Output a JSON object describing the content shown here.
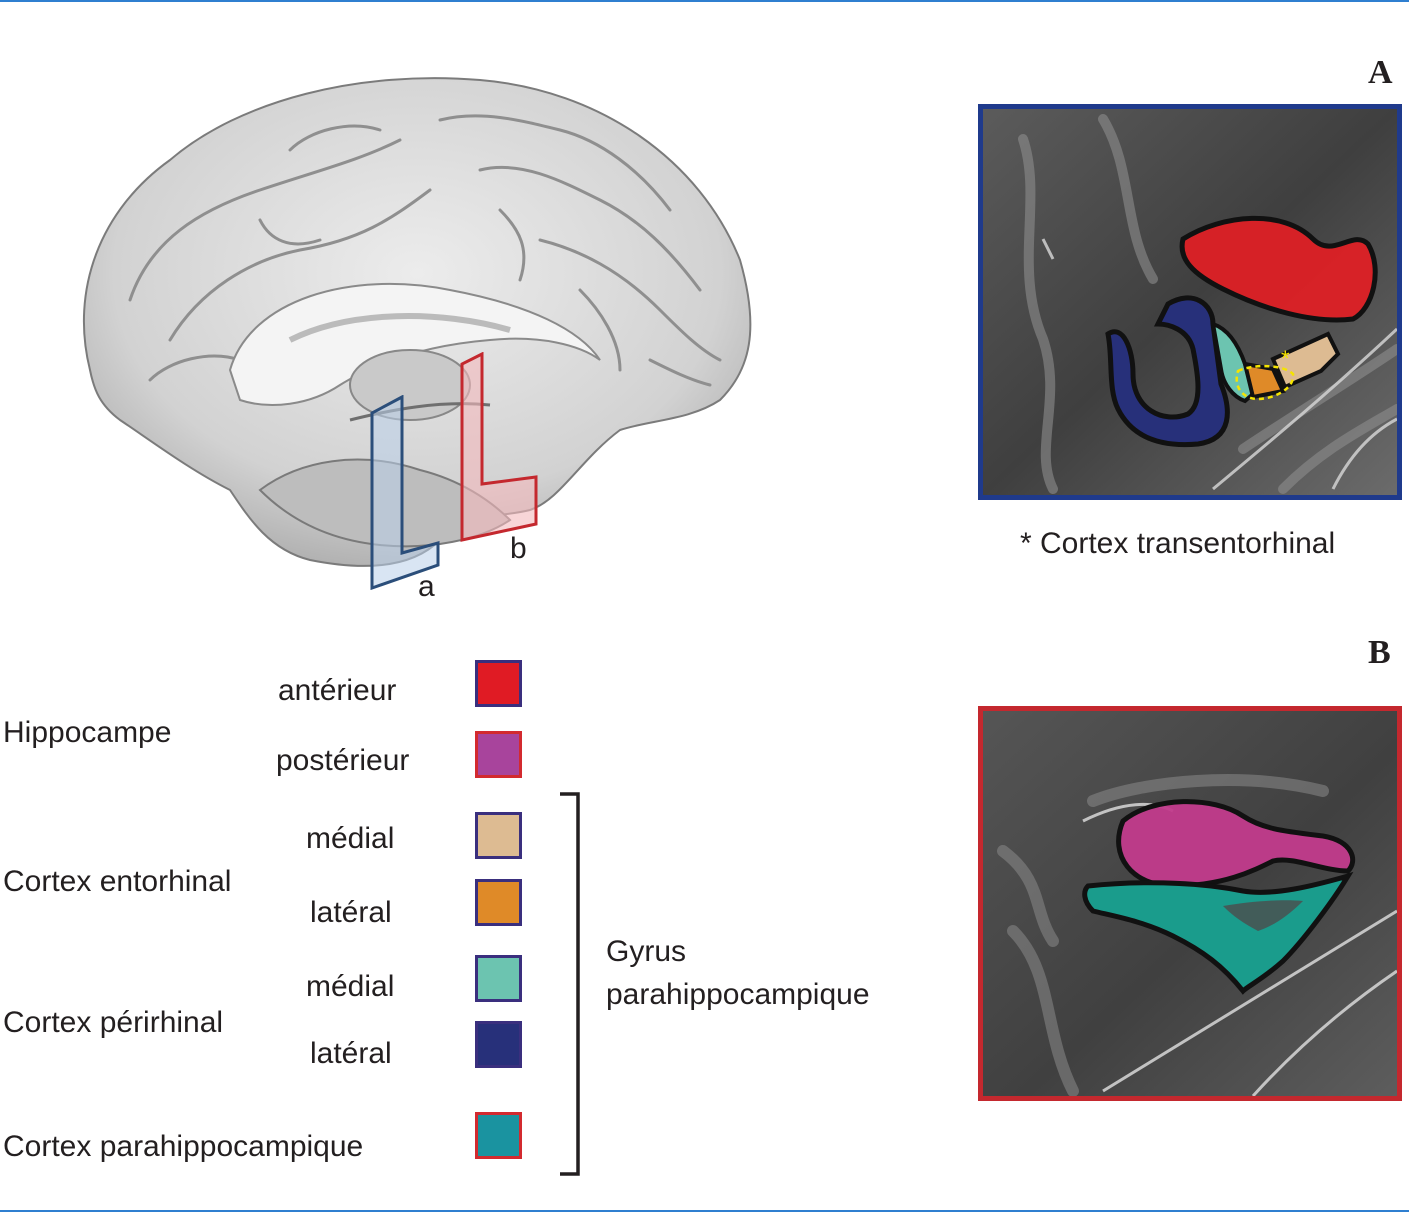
{
  "panels": {
    "a_letter": "A",
    "b_letter": "B"
  },
  "brain": {
    "plane_a_label": "a",
    "plane_b_label": "b"
  },
  "panel_a": {
    "footnote": "* Cortex transentorhinal",
    "frame_color": "#1f3a8c"
  },
  "panel_b": {
    "frame_color": "#c4282e"
  },
  "legend": {
    "groups": [
      {
        "name": "Hippocampe",
        "items": [
          {
            "label": "antérieur",
            "fill": "#e01b24",
            "border": "#3a2f7e"
          },
          {
            "label": "postérieur",
            "fill": "#a8449c",
            "border": "#d32a2f"
          }
        ]
      },
      {
        "name": "Cortex entorhinal",
        "items": [
          {
            "label": "médial",
            "fill": "#ddbb92",
            "border": "#3a2f7e"
          },
          {
            "label": "latéral",
            "fill": "#df8a28",
            "border": "#3a2f7e"
          }
        ]
      },
      {
        "name": "Cortex périrhinal",
        "items": [
          {
            "label": "médial",
            "fill": "#6cc4b0",
            "border": "#3a2f7e"
          },
          {
            "label": "latéral",
            "fill": "#27307a",
            "border": "#3a2f7e"
          }
        ]
      },
      {
        "name": "Cortex parahippocampique",
        "items": [
          {
            "label": "",
            "fill": "#1a93a0",
            "border": "#d32a2f"
          }
        ]
      }
    ],
    "bracket_label_line1": "Gyrus",
    "bracket_label_line2": "parahippocampique"
  }
}
